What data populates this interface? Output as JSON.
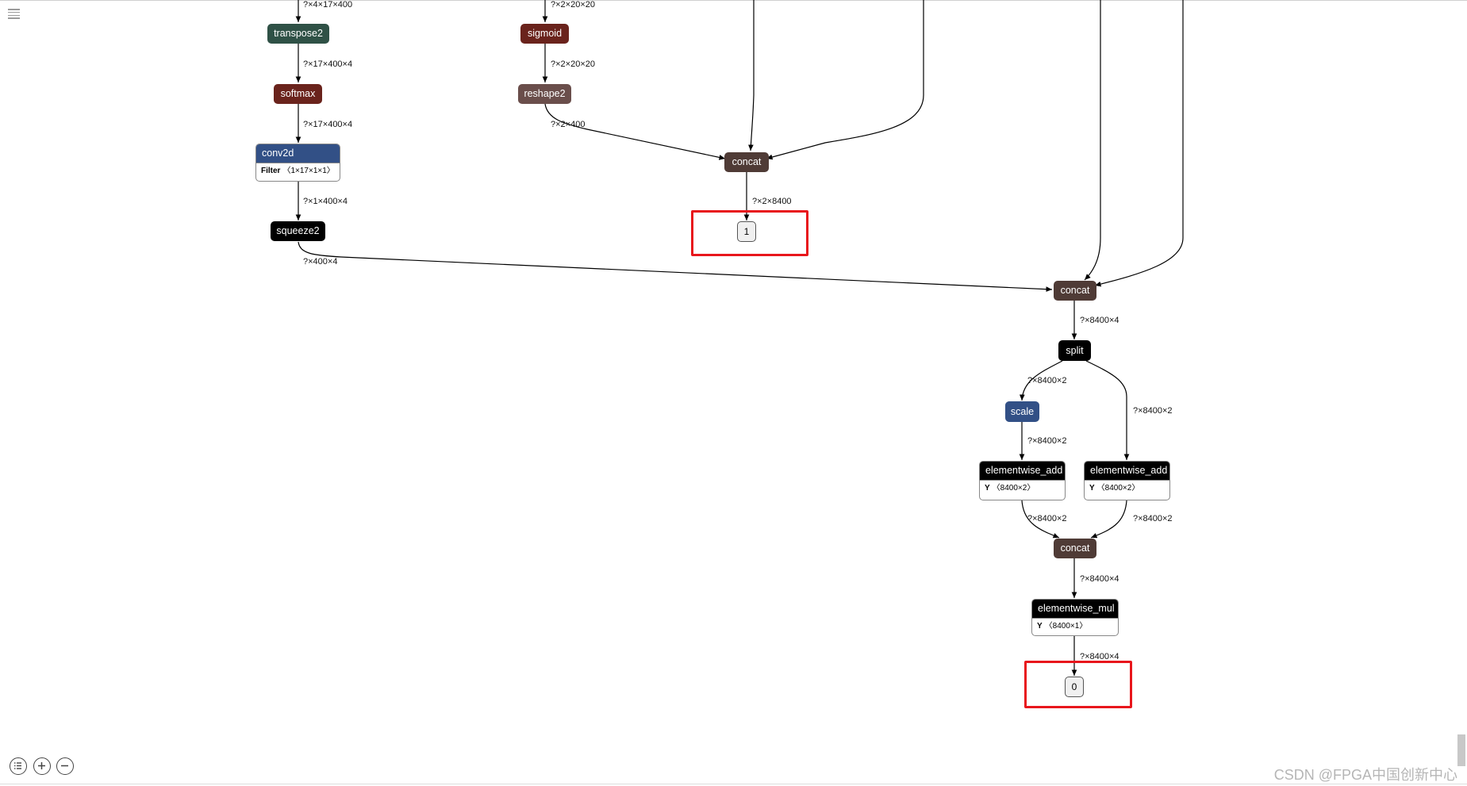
{
  "nodes": {
    "transpose2": "transpose2",
    "softmax": "softmax",
    "conv2d": "conv2d",
    "conv2d_attr_name": "Filter",
    "conv2d_attr_value": "〈1×17×1×1〉",
    "squeeze2": "squeeze2",
    "sigmoid": "sigmoid",
    "reshape2": "reshape2",
    "concat_mid": "concat",
    "concat_right": "concat",
    "split": "split",
    "scale": "scale",
    "elementwise_add_left": "elementwise_add",
    "elementwise_add_left_attr_name": "Y",
    "elementwise_add_left_attr_value": "〈8400×2〉",
    "elementwise_add_right": "elementwise_add",
    "elementwise_add_right_attr_name": "Y",
    "elementwise_add_right_attr_value": "〈8400×2〉",
    "concat_bottom": "concat",
    "elementwise_mul": "elementwise_mul",
    "elementwise_mul_attr_name": "Y",
    "elementwise_mul_attr_value": "〈8400×1〉",
    "output_1": "1",
    "output_0": "0"
  },
  "edges": {
    "in_transpose": "?×4×17×400",
    "transpose_softmax": "?×17×400×4",
    "softmax_conv": "?×17×400×4",
    "conv_squeeze": "?×1×400×4",
    "squeeze_concat": "?×400×4",
    "in_sigmoid": "?×2×20×20",
    "sigmoid_reshape": "?×2×20×20",
    "reshape_concat": "?×2×400",
    "concat_out1": "?×2×8400",
    "concat_split": "?×8400×4",
    "split_scale": "?×8400×2",
    "split_add_right": "?×8400×2",
    "scale_add": "?×8400×2",
    "add_left_concat": "?×8400×2",
    "add_right_concat": "?×8400×2",
    "concat_mul": "?×8400×4",
    "mul_out0": "?×8400×4"
  },
  "watermark": "CSDN @FPGA中国创新中心",
  "icons": {
    "menu": "hamburger-menu-icon",
    "toolbar": [
      "list-icon",
      "zoom-in-icon",
      "zoom-out-icon"
    ]
  },
  "colors": {
    "highlight": "#e8161c",
    "black_node": "#000000",
    "brown_node": "#4f3b36",
    "red_node": "#6a231c",
    "green_node": "#2f5146",
    "blue_node": "#325086",
    "mauve_node": "#6a4e4b"
  }
}
